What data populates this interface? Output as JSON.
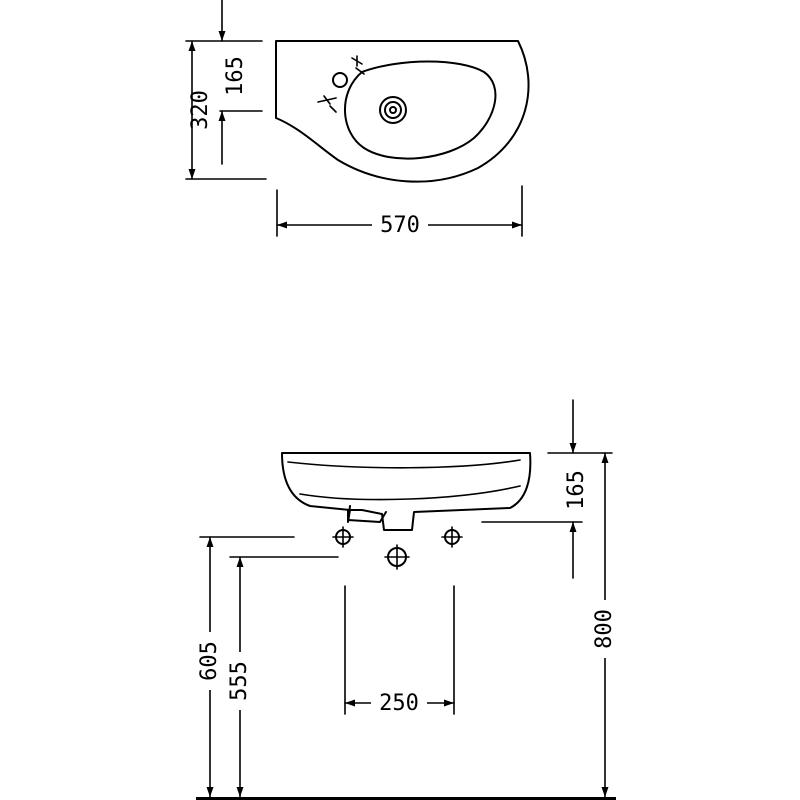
{
  "top_view": {
    "dim_width": "570",
    "dim_depth": "320",
    "dim_tap_offset": "165"
  },
  "front_view": {
    "dim_bowl_height": "165",
    "dim_total_height": "800",
    "dim_supply_height": "605",
    "dim_waste_height": "555",
    "dim_supply_spacing": "250"
  },
  "colors": {
    "line": "#000000",
    "background": "#ffffff"
  }
}
